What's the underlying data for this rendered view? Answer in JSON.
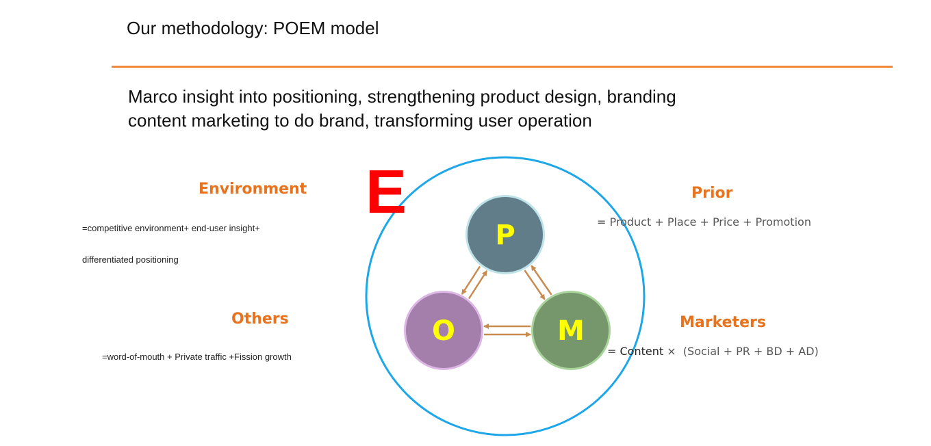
{
  "slide": {
    "title": "Our methodology: POEM model",
    "subtitle_lines": [
      "Marco insight into positioning, strengthening product design, branding",
      "content marketing to do brand, transforming user operation"
    ]
  },
  "sections": {
    "environment": {
      "heading": "Environment",
      "lines": [
        "=competitive environment+ end-user insight+",
        "differentiated positioning"
      ]
    },
    "others": {
      "heading": "Others",
      "lines": [
        "=word-of-mouth + Private traffic +Fission growth"
      ]
    },
    "prior": {
      "heading": "Prior",
      "lines": [
        "= Product + Place + Price + Promotion"
      ]
    },
    "marketers": {
      "heading": "Marketers",
      "formula_prefix": "= ",
      "formula_bold": "Content",
      "formula_rest": " ×  (Social + PR + BD + AD)"
    }
  },
  "diagram": {
    "outer_label": "E",
    "nodes": [
      {
        "id": "P",
        "label": "P",
        "color": "#627d8a",
        "halo": "#bfe3e8"
      },
      {
        "id": "O",
        "label": "O",
        "color": "#a47fac",
        "halo": "#dcb6e4"
      },
      {
        "id": "M",
        "label": "M",
        "color": "#76966b",
        "halo": "#a9d49b"
      }
    ],
    "edges": [
      {
        "from": "O",
        "to": "P"
      },
      {
        "from": "P",
        "to": "O"
      },
      {
        "from": "P",
        "to": "M"
      },
      {
        "from": "M",
        "to": "P"
      },
      {
        "from": "O",
        "to": "M"
      },
      {
        "from": "M",
        "to": "O"
      }
    ],
    "colors": {
      "outer_circle": "#1ea7e8",
      "arrows": "#c98a4e",
      "label_text": "#ffff00",
      "e_letter": "#ff0000",
      "heading": "#e8731e",
      "rule": "#f0883c"
    }
  }
}
